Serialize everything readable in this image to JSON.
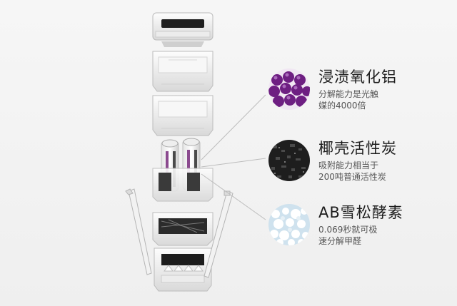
{
  "features": [
    {
      "title": "浸渍氧化铝",
      "desc_line1": "分解能力是光触",
      "desc_line2": "媒的4000倍",
      "icon": "purple-alumina-beads-image"
    },
    {
      "title": "椰壳活性炭",
      "desc_line1": "吸附能力相当于",
      "desc_line2": "200吨普通活性炭",
      "icon": "activated-carbon-image"
    },
    {
      "title": "AB雪松酵素",
      "desc_line1": "0.069秒就可极",
      "desc_line2": "速分解甲醛",
      "icon": "enzyme-crystals-image"
    }
  ],
  "colors": {
    "background": "#f3f3f3",
    "title": "#1d1d1d",
    "desc": "#555555",
    "alumina": "#7a2a8c",
    "carbon": "#2a2a2a",
    "enzyme": "#dfeaf2"
  }
}
